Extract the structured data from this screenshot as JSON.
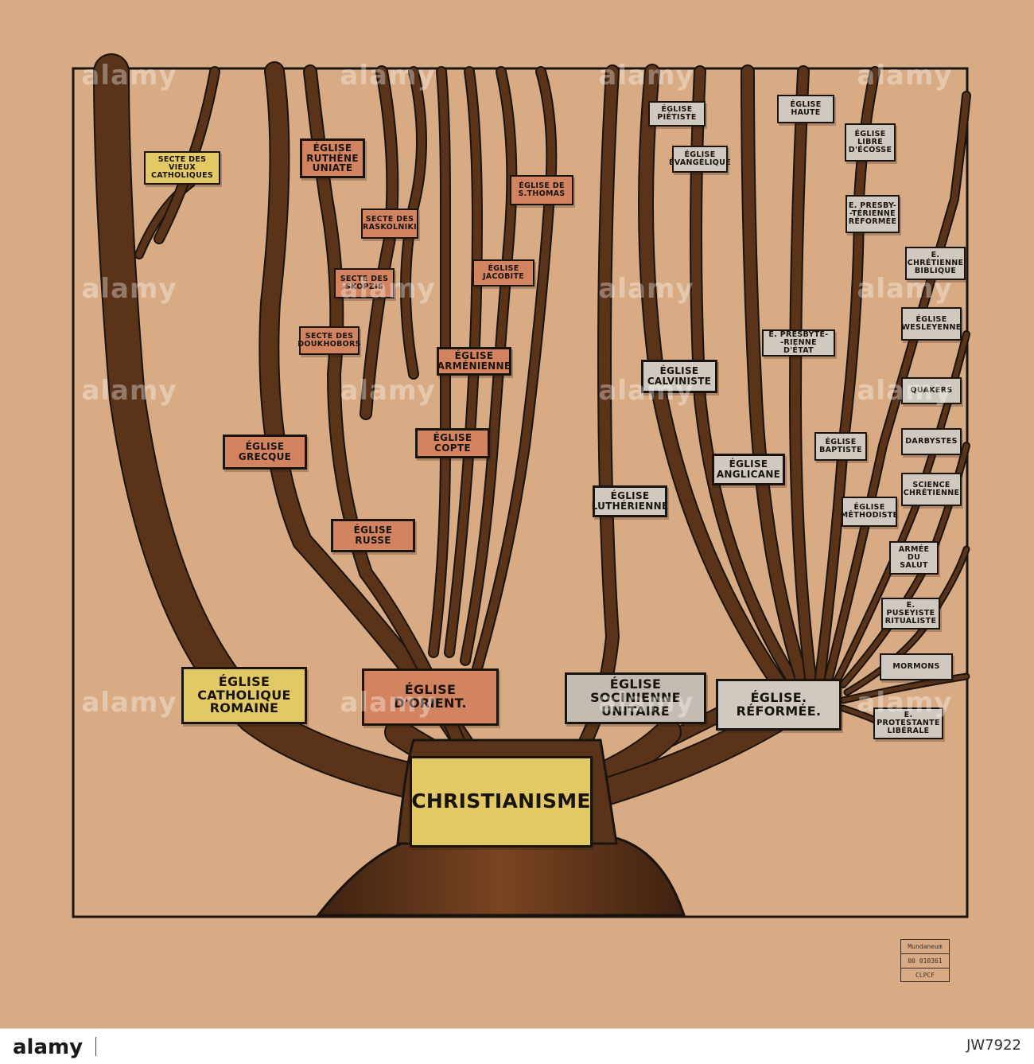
{
  "diagram": {
    "root": "CHRISTIANISME",
    "main_branches": [
      {
        "id": "catholique",
        "label": "ÉGLISE CATHOLIQUE\nROMAINE",
        "color": "#e3c866"
      },
      {
        "id": "orient",
        "label": "ÉGLISE\nD'ORIENT.",
        "color": "#d28460"
      },
      {
        "id": "socinienne",
        "label": "ÉGLISE SOCINIENNE\nUNITAIRE",
        "color": "#c4bcb2"
      },
      {
        "id": "reformee",
        "label": "ÉGLISE.\nRÉFORMÉE.",
        "color": "#cfc9c0"
      }
    ],
    "sub_branches": [
      {
        "id": "vieux-catholiques",
        "parent": "catholique",
        "label": "SECTE DES\nVIEUX CATHOLIQUES",
        "color": "#e3c866"
      },
      {
        "id": "ruthene",
        "parent": "orient",
        "label": "ÉGLISE\nRUTHÈNE\nUNIATE",
        "color": "#d28460"
      },
      {
        "id": "raskolniki",
        "parent": "orient",
        "label": "SECTE DES\nRASKOLNIKI",
        "color": "#d28460"
      },
      {
        "id": "skopzis",
        "parent": "orient",
        "label": "SECTE DES\nSKOPZIS",
        "color": "#d28460"
      },
      {
        "id": "doukhobors",
        "parent": "orient",
        "label": "SECTE DES\nDOUKHOBORS",
        "color": "#d28460"
      },
      {
        "id": "grecque",
        "parent": "orient",
        "label": "ÉGLISE\nGRECQUE",
        "color": "#d28460"
      },
      {
        "id": "russe",
        "parent": "orient",
        "label": "ÉGLISE\nRUSSE",
        "color": "#d28460"
      },
      {
        "id": "st-thomas",
        "parent": "orient",
        "label": "ÉGLISE DE\nS.THOMAS",
        "color": "#d28460"
      },
      {
        "id": "jacobite",
        "parent": "orient",
        "label": "ÉGLISE\nJACOBITE",
        "color": "#d28460"
      },
      {
        "id": "armenienne",
        "parent": "orient",
        "label": "ÉGLISE\nARMÉNIENNE",
        "color": "#d28460"
      },
      {
        "id": "copte",
        "parent": "orient",
        "label": "ÉGLISE\nCOPTE",
        "color": "#d28460"
      },
      {
        "id": "pietiste",
        "parent": "reformee",
        "label": "ÉGLISE\nPIÉTISTE",
        "color": "#cfc9c0"
      },
      {
        "id": "evangelique",
        "parent": "reformee",
        "label": "ÉGLISE\nÉVANGÉLIQUE",
        "color": "#cfc9c0"
      },
      {
        "id": "haute",
        "parent": "reformee",
        "label": "ÉGLISE\nHAUTE",
        "color": "#cfc9c0"
      },
      {
        "id": "libre-ecosse",
        "parent": "reformee",
        "label": "ÉGLISE\nLIBRE\nD'ÉCOSSE",
        "color": "#cfc9c0"
      },
      {
        "id": "presbyterienne-reformee",
        "parent": "reformee",
        "label": "E. PRESBY-\n-TÉRIENNE\nRÉFORMÉE",
        "color": "#cfc9c0"
      },
      {
        "id": "presbyterienne-etat",
        "parent": "reformee",
        "label": "E. PRESBYTÉ-\n-RIENNE D'ÉTAT",
        "color": "#cfc9c0"
      },
      {
        "id": "calviniste",
        "parent": "reformee",
        "label": "ÉGLISE\nCALVINISTE",
        "color": "#cfc9c0"
      },
      {
        "id": "lutherienne",
        "parent": "reformee",
        "label": "ÉGLISE\nLUTHÉRIENNE",
        "color": "#cfc9c0"
      },
      {
        "id": "anglicane",
        "parent": "reformee",
        "label": "ÉGLISE\nANGLICANE",
        "color": "#cfc9c0"
      },
      {
        "id": "baptiste",
        "parent": "reformee",
        "label": "ÉGLISE\nBAPTISTE",
        "color": "#cfc9c0"
      },
      {
        "id": "methodiste",
        "parent": "reformee",
        "label": "ÉGLISE\nMÉTHODISTE",
        "color": "#cfc9c0"
      },
      {
        "id": "biblique",
        "parent": "reformee",
        "label": "E. CHRÉTIENNE\nBIBLIQUE",
        "color": "#cfc9c0"
      },
      {
        "id": "wesleyenne",
        "parent": "reformee",
        "label": "ÉGLISE\nWESLEYENNE",
        "color": "#cfc9c0"
      },
      {
        "id": "quakers",
        "parent": "reformee",
        "label": "QUAKERS",
        "color": "#cfc9c0"
      },
      {
        "id": "darbystes",
        "parent": "reformee",
        "label": "DARBYSTES",
        "color": "#cfc9c0"
      },
      {
        "id": "science-chretienne",
        "parent": "reformee",
        "label": "SCIENCE\nCHRÉTIENNE",
        "color": "#cfc9c0"
      },
      {
        "id": "armee-salut",
        "parent": "reformee",
        "label": "ARMÉE\nDU SALUT",
        "color": "#cfc9c0"
      },
      {
        "id": "puseyiste",
        "parent": "reformee",
        "label": "E. PUSEYISTE\nRITUALISTE",
        "color": "#cfc9c0"
      },
      {
        "id": "mormons",
        "parent": "reformee",
        "label": "MORMONS",
        "color": "#cfc9c0"
      },
      {
        "id": "protestante-liberale",
        "parent": "reformee",
        "label": "E. PROTESTANTE\nLIBÉRALE",
        "color": "#cfc9c0"
      }
    ],
    "colors": {
      "paper": "#d9ab85",
      "trunk": "#5a3319",
      "ink": "#1a1410",
      "root_box": "#e3c866"
    }
  },
  "stamp": {
    "line1": "Mundaneum",
    "line2": "00 010361",
    "line3": "CLPCF"
  },
  "watermark": {
    "text": "alamy"
  },
  "footer": {
    "logo": "alamy",
    "image_id": "JW7922"
  }
}
